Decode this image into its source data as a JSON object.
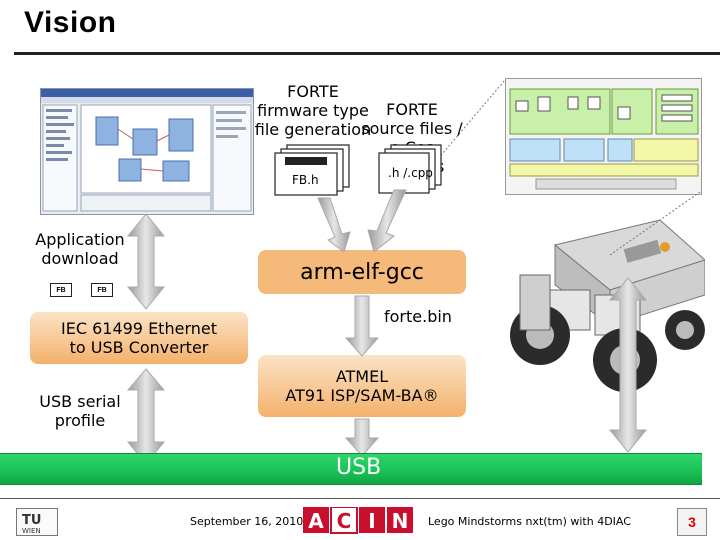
{
  "title": "Vision",
  "labels": {
    "forte_firmware": [
      "FORTE",
      "firmware type",
      "file generation"
    ],
    "forte_source": [
      "FORTE",
      "source files /",
      "e.Cos libraries"
    ],
    "fb_h": "FB.h",
    "h_cpp": ".h /.cpp",
    "app_download": [
      "Application",
      "download"
    ],
    "fb_chip": "FB",
    "converter": [
      "IEC 61499 Ethernet",
      "to USB Converter"
    ],
    "usb_serial": [
      "USB serial",
      "profile"
    ],
    "arm_gcc": "arm-elf-gcc",
    "forte_bin": "forte.bin",
    "atmel": [
      "ATMEL",
      "AT91 ISP/SAM-BA®"
    ],
    "usb": "USB"
  },
  "footer": {
    "date": "September 16, 2010",
    "logo_text": "ACIN",
    "logo_letters": [
      "A",
      "C",
      "I",
      "N"
    ],
    "right_text": "Lego Mindstorms nxt(tm)  with 4DIAC",
    "page_number": "3",
    "tu_logo": [
      "TU",
      "WIEN"
    ]
  },
  "colors": {
    "orange_box": "#f5b97a",
    "usb_bar": "#19c055",
    "arrow_gray": "#c8c8c8",
    "acin_red": "#c8102e",
    "page_number_red": "#dd0000"
  },
  "icons": {
    "ide_screenshot": "4diac-ide-screenshot",
    "architecture_diagram": "forte-architecture-diagram",
    "lego_robot": "lego-nxt-robot-photo"
  }
}
